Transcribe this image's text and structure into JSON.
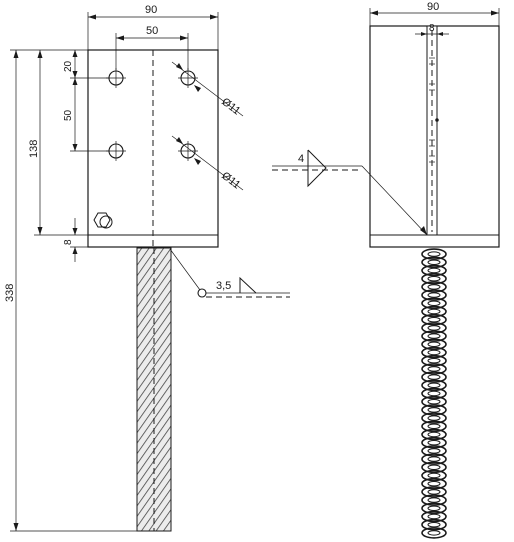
{
  "front_view": {
    "dim_plate_width": "90",
    "dim_hole_spacing_h": "50",
    "dim_top_hole_offset": "20",
    "dim_hole_spacing_v": "50",
    "dim_plate_height": "138",
    "dim_base_thickness": "8",
    "dim_total_height": "338",
    "hole_diameter_upper": "Ø11",
    "hole_diameter_lower": "Ø11",
    "weld_size": "3,5"
  },
  "side_view": {
    "dim_plate_width": "90",
    "dim_plate_thickness": "8",
    "weld_size": "4"
  }
}
